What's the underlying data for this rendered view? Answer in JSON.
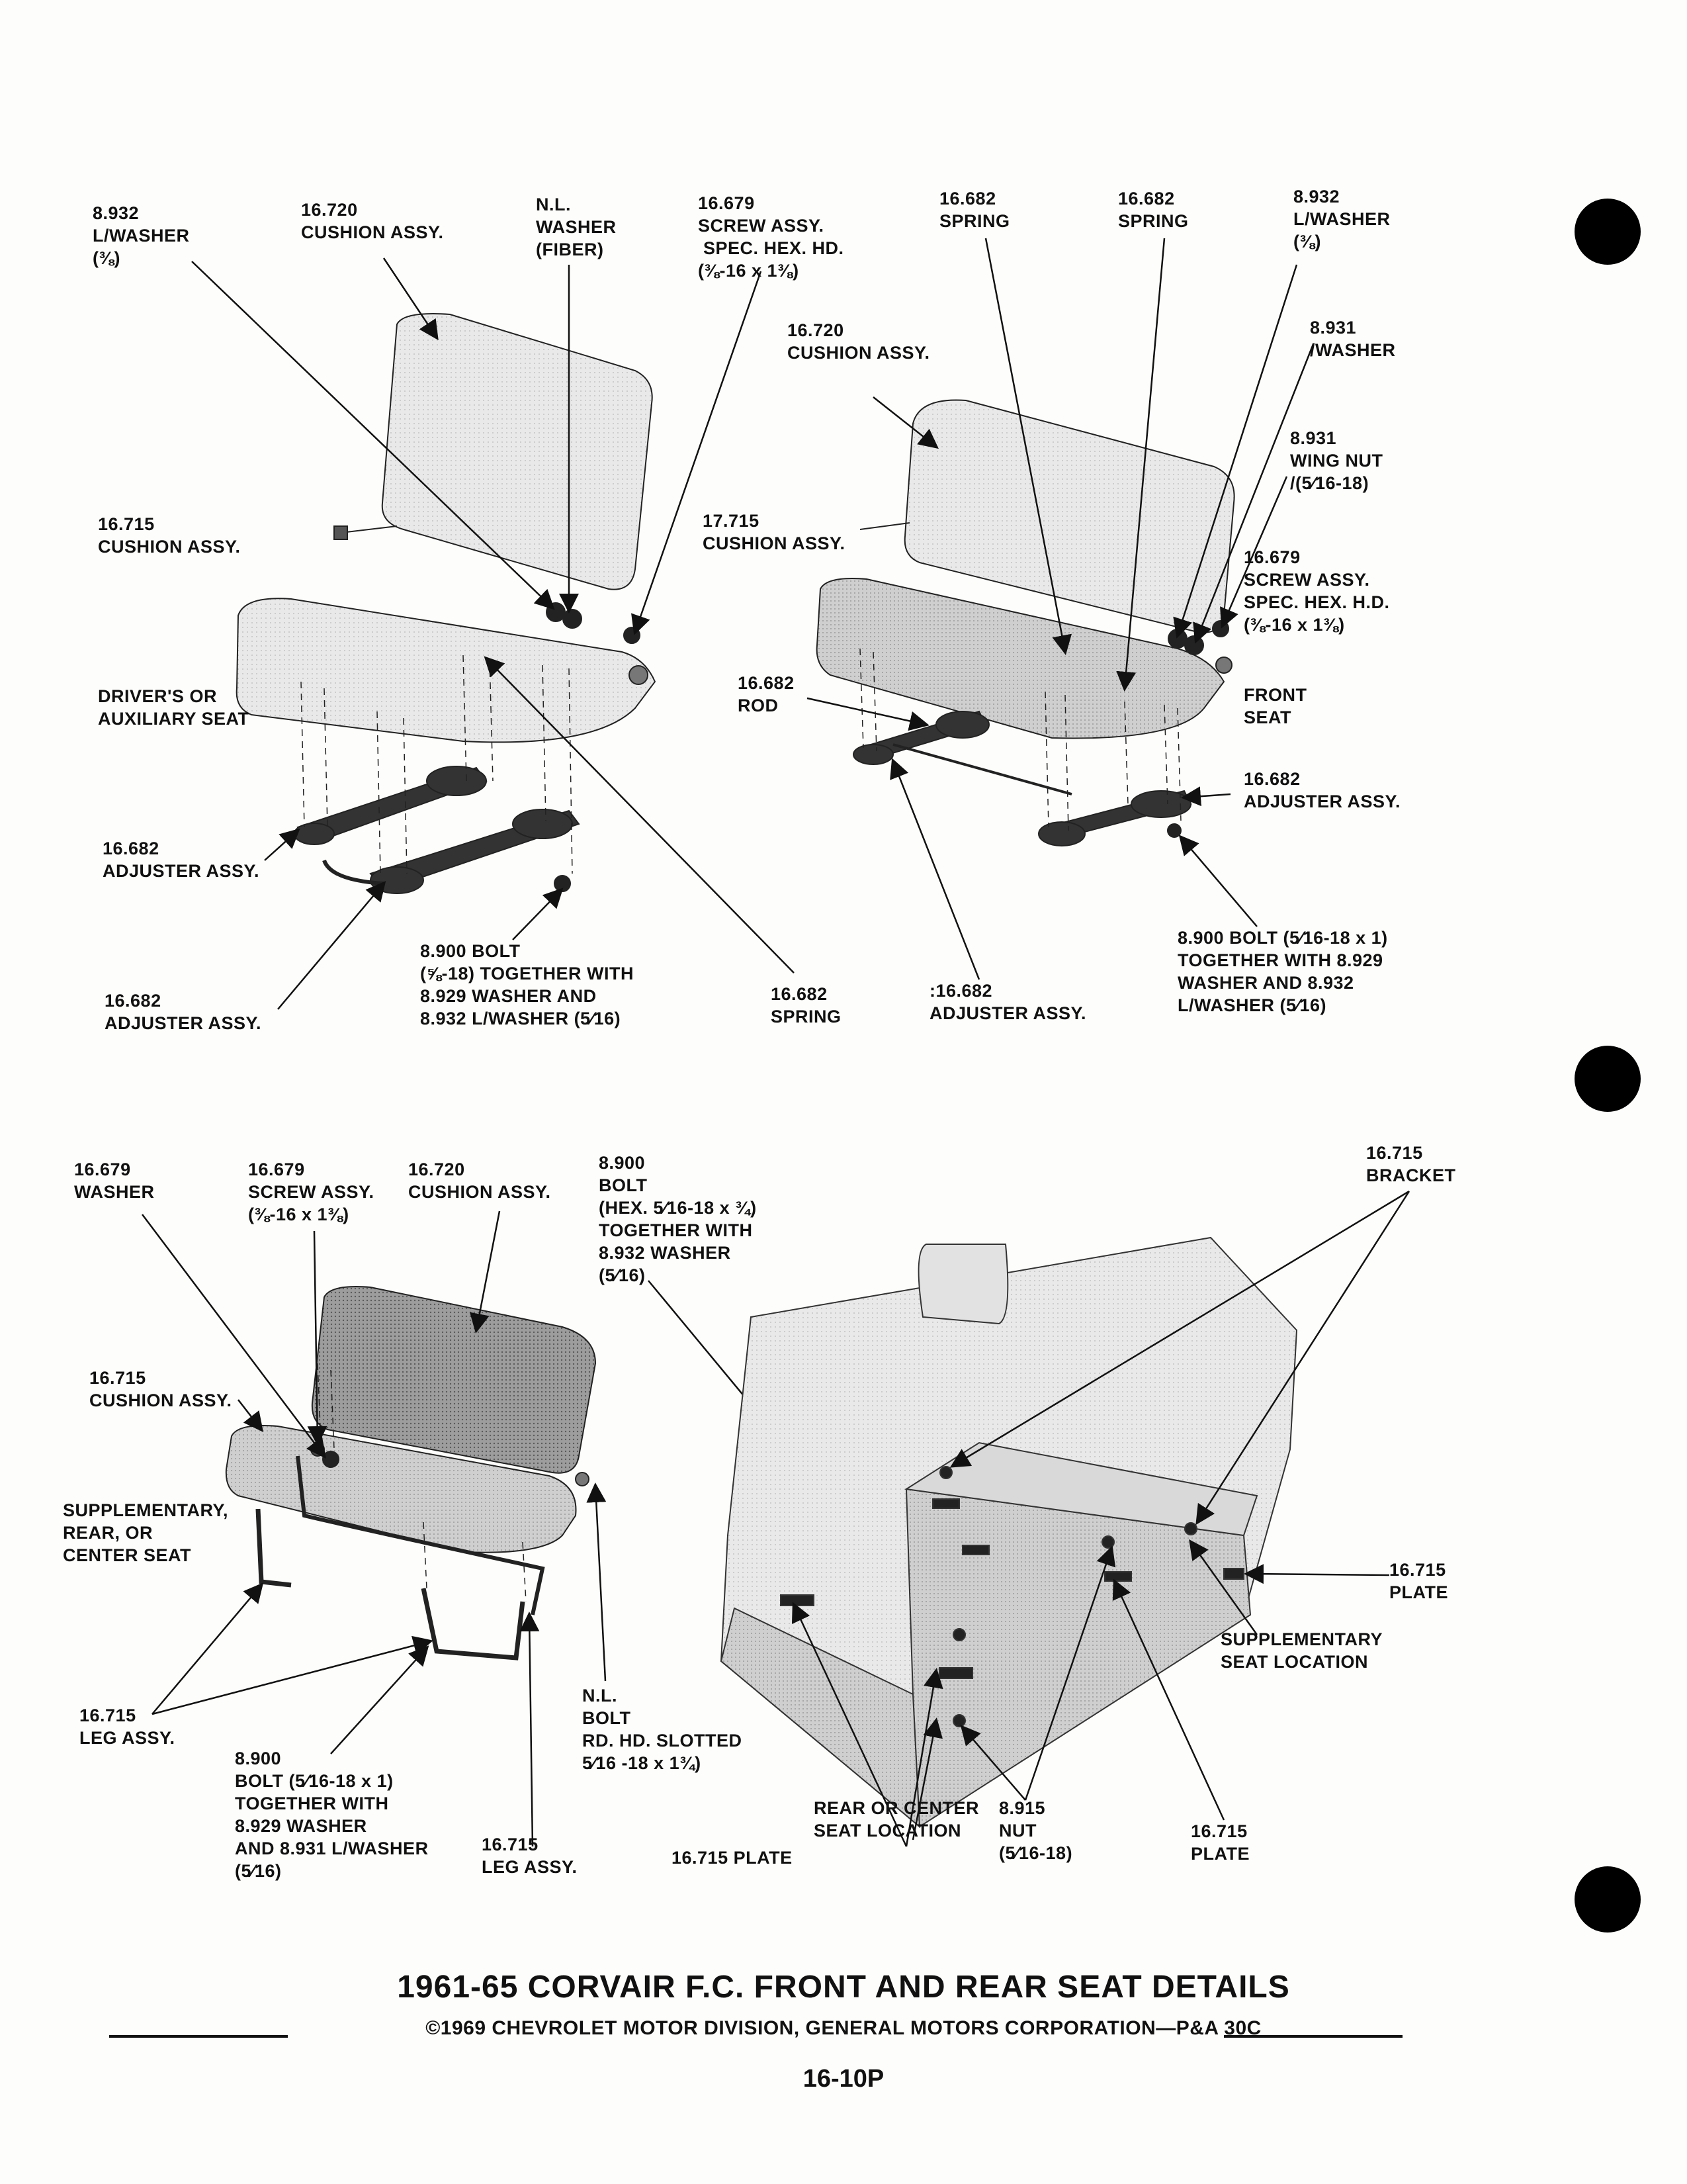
{
  "labels": {
    "tl_washer": "8.932\nL/WASHER\n(⅜)",
    "tl_cushion_top": "16.720\nCUSHION ASSY.",
    "tl_nl_washer": "N.L.\nWASHER\n(FIBER)",
    "tl_screw": "16.679\nSCREW ASSY.\n SPEC. HEX. HD.\n(⅜-16 x 1⅜)",
    "tl_cushion_bottom": "16.715\nCUSHION ASSY.",
    "tl_driver": "DRIVER'S OR\nAUXILIARY SEAT",
    "tl_adjuster1": "16.682\nADJUSTER ASSY.",
    "tl_adjuster2": "16.682\nADJUSTER ASSY.",
    "tl_bolt": "8.900 BOLT\n(⅝-18) TOGETHER WITH\n8.929 WASHER AND\n8.932 L/WASHER (5⁄16)",
    "tl_spring": "16.682\nSPRING",
    "tr_spring1": "16.682\nSPRING",
    "tr_spring2": "16.682\nSPRING",
    "tr_lwasher": "8.932\nL/WASHER\n(⅜)",
    "tr_cushion_top": "16.720\nCUSHION ASSY.",
    "tr_washer": "8.931\n/WASHER",
    "tr_wingnut": "8.931\nWING NUT\n/(5⁄16-18)",
    "tr_cushion_bottom": "17.715\nCUSHION ASSY.",
    "tr_screw": "16.679\nSCREW ASSY.\nSPEC. HEX. H.D.\n(⅜-16 x 1⅜)",
    "tr_rod": "16.682\nROD",
    "tr_front": "FRONT\nSEAT",
    "tr_adjuster_r": "16.682\nADJUSTER ASSY.",
    "tr_bolt": "8.900 BOLT (5⁄16-18 x 1)\nTOGETHER WITH 8.929\nWASHER AND 8.932\nL/WASHER (5⁄16)",
    "tr_adjuster_b": ":16.682\nADJUSTER ASSY.",
    "bl_washer": "16.679\nWASHER",
    "bl_screw": "16.679\nSCREW ASSY.\n(⅜-16 x 1⅜)",
    "bl_cushion_top": "16.720\nCUSHION ASSY.",
    "bl_bolt_top": "8.900\nBOLT\n(HEX. 5⁄16-18 x ¾)\nTOGETHER WITH\n8.932 WASHER\n(5⁄16)",
    "bl_cushion_bottom": "16.715\nCUSHION ASSY.",
    "bl_supp": "SUPPLEMENTARY,\nREAR, OR\nCENTER SEAT",
    "bl_leg1": "16.715\nLEG ASSY.",
    "bl_nlbolt": "N.L.\nBOLT\nRD. HD. SLOTTED\n5⁄16 -18 x 1¾)",
    "bl_bolt_bottom": "8.900\nBOLT (5⁄16-18 x 1)\nTOGETHER WITH\n8.929 WASHER\nAND 8.931 L/WASHER\n(5⁄16)",
    "bl_leg2": "16.715\nLEG ASSY.",
    "br_bracket": "16.715\nBRACKET",
    "br_plate_r": "16.715\nPLATE",
    "br_supp_loc": "SUPPLEMENTARY\nSEAT LOCATION",
    "br_rear_loc": "REAR OR CENTER\nSEAT LOCATION",
    "br_nut": "8.915\nNUT\n(5⁄16-18)",
    "br_plate_b": "16.715\nPLATE",
    "br_plate_l": "16.715 PLATE"
  },
  "footer": {
    "title": "1961-65 CORVAIR F.C. FRONT AND REAR SEAT DETAILS",
    "copyright": "©1969 CHEVROLET MOTOR DIVISION, GENERAL MOTORS CORPORATION—P&A 30C",
    "page": "16-10P"
  }
}
